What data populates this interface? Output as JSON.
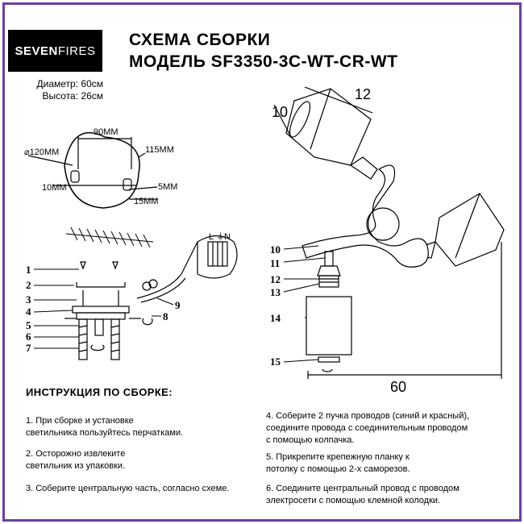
{
  "brand": {
    "bold": "SEVEN",
    "light": "FIRES"
  },
  "title": {
    "line1": "СХЕМА СБОРКИ",
    "line2": "МОДЕЛЬ SF3350-3C-WT-CR-WT"
  },
  "specs": {
    "diameter": "Диаметр: 60см",
    "height": "Высота: 26см"
  },
  "mount_dims": {
    "d120": "⌀120MM",
    "w90": "90MM",
    "w115": "115MM",
    "w10": "10MM",
    "w5": "5MM",
    "w15": "15MM"
  },
  "parts_left": [
    "1",
    "2",
    "3",
    "4",
    "5",
    "6",
    "7",
    "8",
    "9"
  ],
  "terminal": {
    "l": "L",
    "ground": "⏚",
    "n": "N"
  },
  "parts_right": [
    "10",
    "11",
    "12",
    "13",
    "14",
    "15"
  ],
  "lamp_dims": {
    "d10": "10",
    "d12": "12",
    "d60": "60"
  },
  "instructions": {
    "heading": "ИНСТРУКЦИЯ ПО СБОРКЕ:",
    "steps": [
      "1. При сборке и установке\nсветильника пользуйтесь перчатками.",
      "2. Осторожно извлеките\nсветильник из упаковки.",
      "3. Соберите центральную часть, согласно схеме.",
      "4. Соберите 2 пучка проводов (синий и красный),\nсоедините провода с соединительным проводом\nс помощью колпачка.",
      "5. Прикрепите крепежную планку к\nпотолку с помощью 2-х саморезов.",
      "6. Соедините центральный провод с проводом\nэлектросети с помощью клемной колодки."
    ]
  },
  "colors": {
    "frame": "#6b3fa0",
    "logo_bg": "#000000"
  }
}
